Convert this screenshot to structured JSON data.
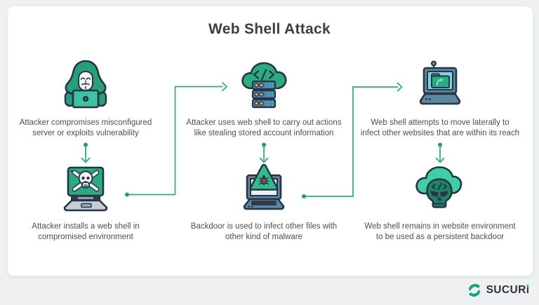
{
  "title": "Web Shell Attack",
  "steps": [
    {
      "name": "attacker-compromises",
      "icon": "hacker-icon",
      "line1": "Attacker compromises misconfigured",
      "line2": "server or exploits vulnerability"
    },
    {
      "name": "web-shell-actions",
      "icon": "cloud-server-icon",
      "line1": "Attacker uses web shell to carry out actions",
      "line2": "like stealing stored account information"
    },
    {
      "name": "lateral-movement",
      "icon": "laptop-folder-icon",
      "line1": "Web shell attempts to move laterally to",
      "line2": "infect other websites that are within its reach"
    },
    {
      "name": "install-web-shell",
      "icon": "laptop-skull-icon",
      "line1": "Attacker installs a web shell in",
      "line2": "compromised environment"
    },
    {
      "name": "backdoor-infects",
      "icon": "laptop-bug-icon",
      "line1": "Backdoor is used to infect other files with",
      "line2": "other kind of malware"
    },
    {
      "name": "persistent-backdoor",
      "icon": "skull-cloud-icon",
      "line1": "Web shell remains in website environment",
      "line2": "to be used as a persistent backdoor"
    }
  ],
  "logo": {
    "text_main": "SUCUR",
    "text_i": "i"
  },
  "colors": {
    "accent_line": "#2aab82",
    "green": "#27a07a",
    "teal": "#3ec2a0",
    "cloud_green": "#2bab80",
    "server_blue": "#4d82b4",
    "laptop_slate": "#5d87a1",
    "screen_blue": "#7ed0e6",
    "base_gray": "#c5ced6",
    "bug_red": "#c94b4b",
    "skull_green": "#1f8266",
    "light_cloud": "#3dd0a6",
    "outline": "#273445",
    "background": "#eef0f1"
  }
}
